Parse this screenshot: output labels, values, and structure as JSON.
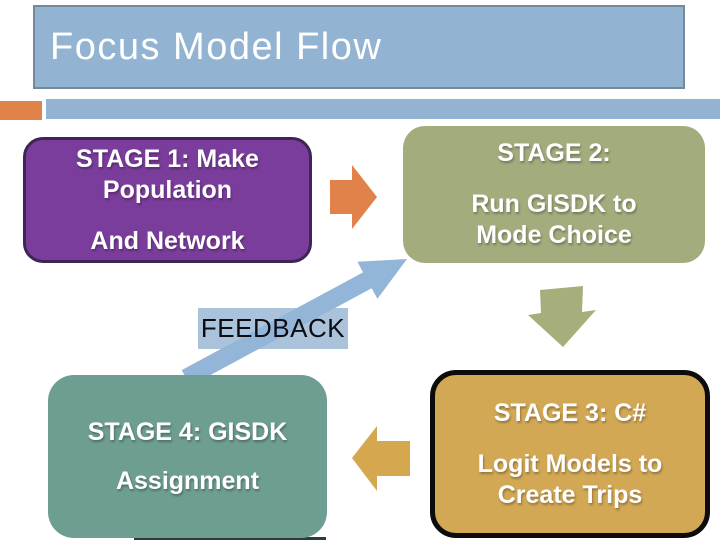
{
  "slide_title": "Focus Model Flow",
  "title_bar": {
    "fill": "#92B4D2",
    "border": "#75899E",
    "text_color": "#FFFFFF"
  },
  "accent_band": {
    "orange": "#E08348",
    "blue": "#92B4D2"
  },
  "stages": [
    {
      "name": "Stage 1",
      "title_lines": [
        "STAGE 1: Make",
        "Population"
      ],
      "subtitle_lines": [
        "And Network"
      ],
      "fill": "#7B3D9B",
      "border": "#3F2456"
    },
    {
      "name": "Stage 2",
      "title_lines": [
        "STAGE 2:"
      ],
      "subtitle_lines": [
        "Run GISDK to",
        "Mode Choice"
      ],
      "fill": "#A3AC7D",
      "border": ""
    },
    {
      "name": "Stage 3",
      "title_lines": [
        "STAGE 3: C#"
      ],
      "subtitle_lines": [
        "Logit Models to",
        "Create Trips"
      ],
      "fill": "#D3A854",
      "border": "#0C0C0C"
    },
    {
      "name": "Stage 4",
      "title_lines": [
        "STAGE 4: GISDK"
      ],
      "subtitle_lines": [
        "Assignment"
      ],
      "fill": "#6E9E91",
      "border": ""
    }
  ],
  "feedback_label": "FEEDBACK",
  "feedback_label_bg": "#AAC3DB",
  "arrows": {
    "stage1_to_stage2": {
      "color": "#E0824A",
      "direction": "right"
    },
    "stage2_to_stage3": {
      "color": "#A6AF7B",
      "direction": "down"
    },
    "stage3_to_stage4": {
      "color": "#D5A74F",
      "direction": "left"
    },
    "feedback_to_stage2": {
      "color": "#93B5D7",
      "direction": "up-right"
    }
  }
}
